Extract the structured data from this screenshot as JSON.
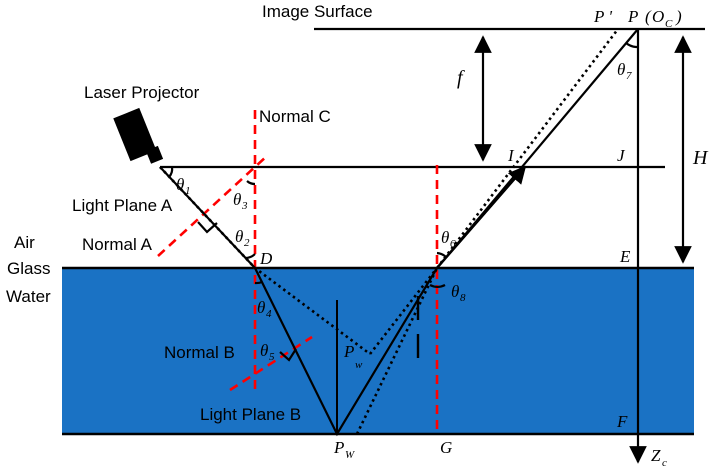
{
  "labels": {
    "image_surface": "Image Surface",
    "laser_projector": "Laser Projector",
    "normal_c": "Normal C",
    "light_plane_a": "Light Plane A",
    "normal_a": "Normal A",
    "air": "Air",
    "glass": "Glass",
    "water": "Water",
    "normal_b": "Normal B",
    "light_plane_b": "Light Plane B"
  },
  "points": {
    "p_prime": "P '",
    "p": "P",
    "oc_open": "(",
    "oc": "O",
    "oc_sub": "C",
    "oc_close": ")",
    "f": "f",
    "h": "H",
    "i": "I",
    "j": "J",
    "d": "D",
    "e": "E",
    "f_point": "F",
    "g": "G",
    "pw": "P",
    "pw_sub": "W",
    "pw_prime": "P",
    "pw_prime_sub": "w",
    "zc": "Z",
    "zc_sub": "c"
  },
  "angles": {
    "t1": "θ",
    "t1_sub": "1",
    "t2": "θ",
    "t2_sub": "2",
    "t3": "θ",
    "t3_sub": "3",
    "t4": "θ",
    "t4_sub": "4",
    "t5": "θ",
    "t5_sub": "5",
    "t6": "θ",
    "t6_sub": "6",
    "t7": "θ",
    "t7_sub": "7",
    "t8": "θ",
    "t8_sub": "8"
  },
  "colors": {
    "water": "#1a72c4",
    "normal": "#ff0000",
    "line": "#000000",
    "label": "#000000"
  }
}
